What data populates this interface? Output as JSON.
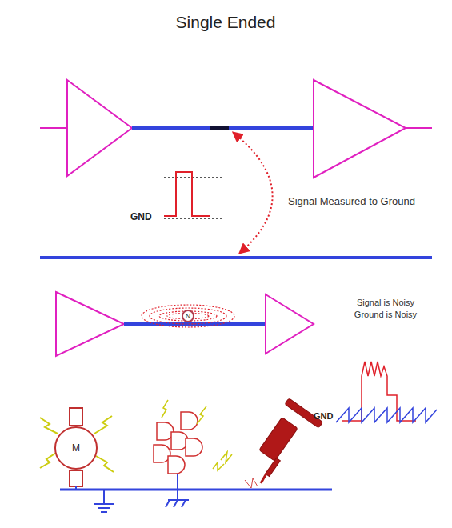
{
  "diagram": {
    "title": "Single Ended",
    "nodes": [
      {
        "text": [
          "N"
        ]
      },
      {
        "text": [
          "M"
        ]
      }
    ],
    "labels": [
      "Signal Measured to Ground",
      "GND",
      "Signal is Noisy",
      "Ground is Noisy",
      "GND"
    ]
  }
}
